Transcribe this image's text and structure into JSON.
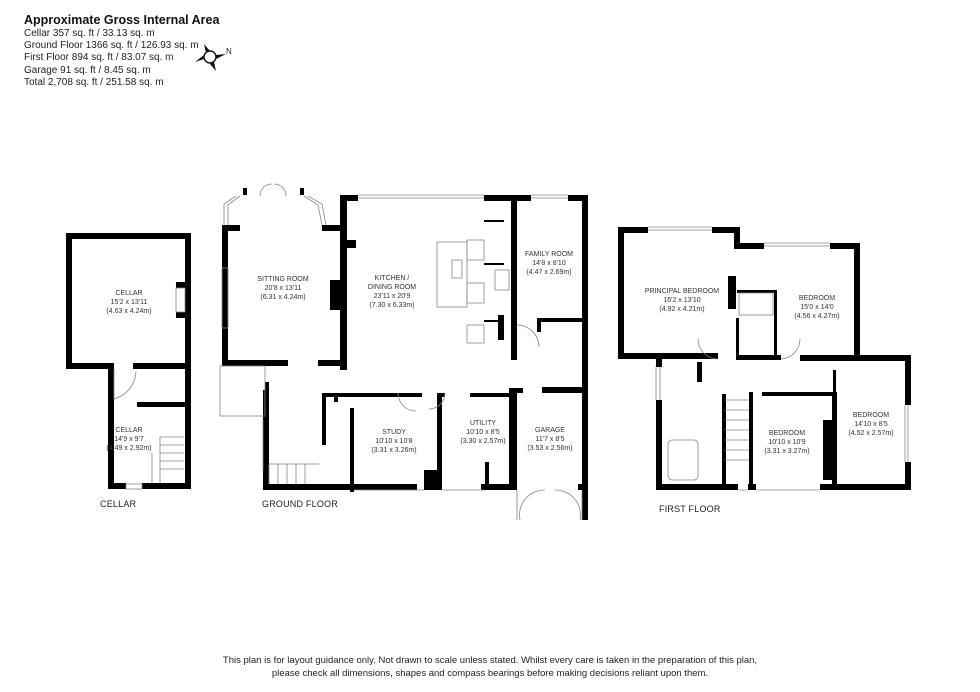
{
  "header": {
    "title": "Approximate Gross Internal Area",
    "lines": [
      "Cellar 357 sq. ft / 33.13 sq. m",
      "Ground Floor 1366 sq. ft / 126.93 sq. m",
      "First Floor 894 sq. ft / 83.07 sq. m",
      "Garage 91 sq. ft / 8.45 sq. m",
      "Total 2,708 sq. ft / 251.58 sq. m"
    ]
  },
  "compass": {
    "icon": "compass-rose-icon",
    "label": "N"
  },
  "floors": {
    "cellar": {
      "label": "CELLAR",
      "rooms": [
        {
          "name": "CELLAR",
          "imperial": "15'2 x 13'11",
          "metric": "(4.63 x 4.24m)"
        },
        {
          "name": "CELLAR",
          "imperial": "14'9 x 9'7",
          "metric": "(4.49 x 2.92m)"
        }
      ]
    },
    "ground": {
      "label": "GROUND FLOOR",
      "rooms": [
        {
          "name": "SITTING ROOM",
          "imperial": "20'8 x 13'11",
          "metric": "(6.31 x 4.24m)"
        },
        {
          "name": "KITCHEN /",
          "name2": "DINING ROOM",
          "imperial": "23'11 x 20'9",
          "metric": "(7.30 x 6.33m)"
        },
        {
          "name": "FAMILY ROOM",
          "imperial": "14'8 x 8'10",
          "metric": "(4.47 x 2.69m)"
        },
        {
          "name": "STUDY",
          "imperial": "10'10 x 10'8",
          "metric": "(3.31 x 3.26m)"
        },
        {
          "name": "UTILITY",
          "imperial": "10'10 x 8'5",
          "metric": "(3.30 x 2.57m)"
        },
        {
          "name": "GARAGE",
          "imperial": "11'7 x 8'5",
          "metric": "(3.53 x 2.56m)"
        }
      ]
    },
    "first": {
      "label": "FIRST FLOOR",
      "rooms": [
        {
          "name": "PRINCIPAL BEDROOM",
          "imperial": "16'2 x 13'10",
          "metric": "(4.92 x 4.21m)"
        },
        {
          "name": "BEDROOM",
          "imperial": "15'0 x 14'0",
          "metric": "(4.56 x 4.27m)"
        },
        {
          "name": "BEDROOM",
          "imperial": "10'10 x 10'9",
          "metric": "(3.31 x 3.27m)"
        },
        {
          "name": "BEDROOM",
          "imperial": "14'10 x 8'5",
          "metric": "(4.52 x 2.57m)"
        }
      ]
    }
  },
  "footer": {
    "line1": "This plan is for layout guidance only.  Not drawn to scale unless stated. Whilst every care is taken in the preparation of this plan,",
    "line2": "please check all dimensions, shapes and compass bearings before making decisions reliant upon them."
  },
  "colors": {
    "wall": "#000000",
    "fixture": "#9a9a9a",
    "text": "#222222",
    "background": "#ffffff"
  }
}
